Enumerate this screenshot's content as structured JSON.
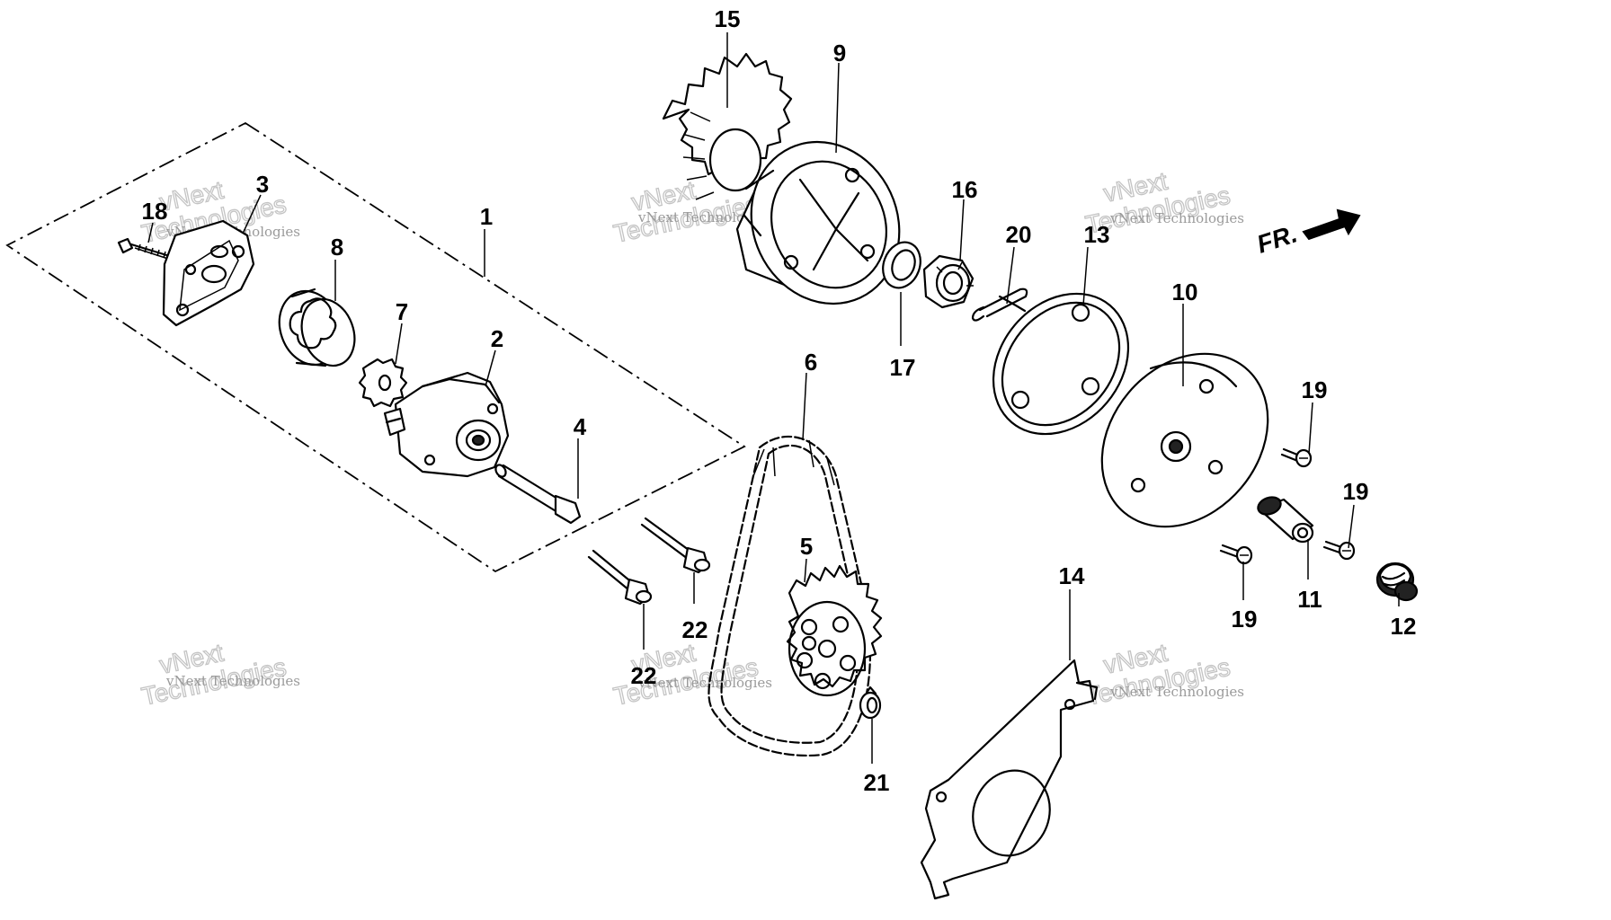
{
  "labels": {
    "p1": "1",
    "p2": "2",
    "p3": "3",
    "p4": "4",
    "p5": "5",
    "p6": "6",
    "p7": "7",
    "p8": "8",
    "p9": "9",
    "p10": "10",
    "p11": "11",
    "p12": "12",
    "p13": "13",
    "p14": "14",
    "p15": "15",
    "p16": "16",
    "p17": "17",
    "p18": "18",
    "p19a": "19",
    "p19b": "19",
    "p19c": "19",
    "p20": "20",
    "p21": "21",
    "p22a": "22",
    "p22b": "22"
  },
  "front_arrow": "FR.",
  "watermark": {
    "brand_small": "vNext Technologies",
    "brand_line1": "vNext",
    "brand_line2": "Technologies"
  },
  "colors": {
    "line": "#000000",
    "background": "#ffffff",
    "watermark": "#c4c4c4"
  }
}
